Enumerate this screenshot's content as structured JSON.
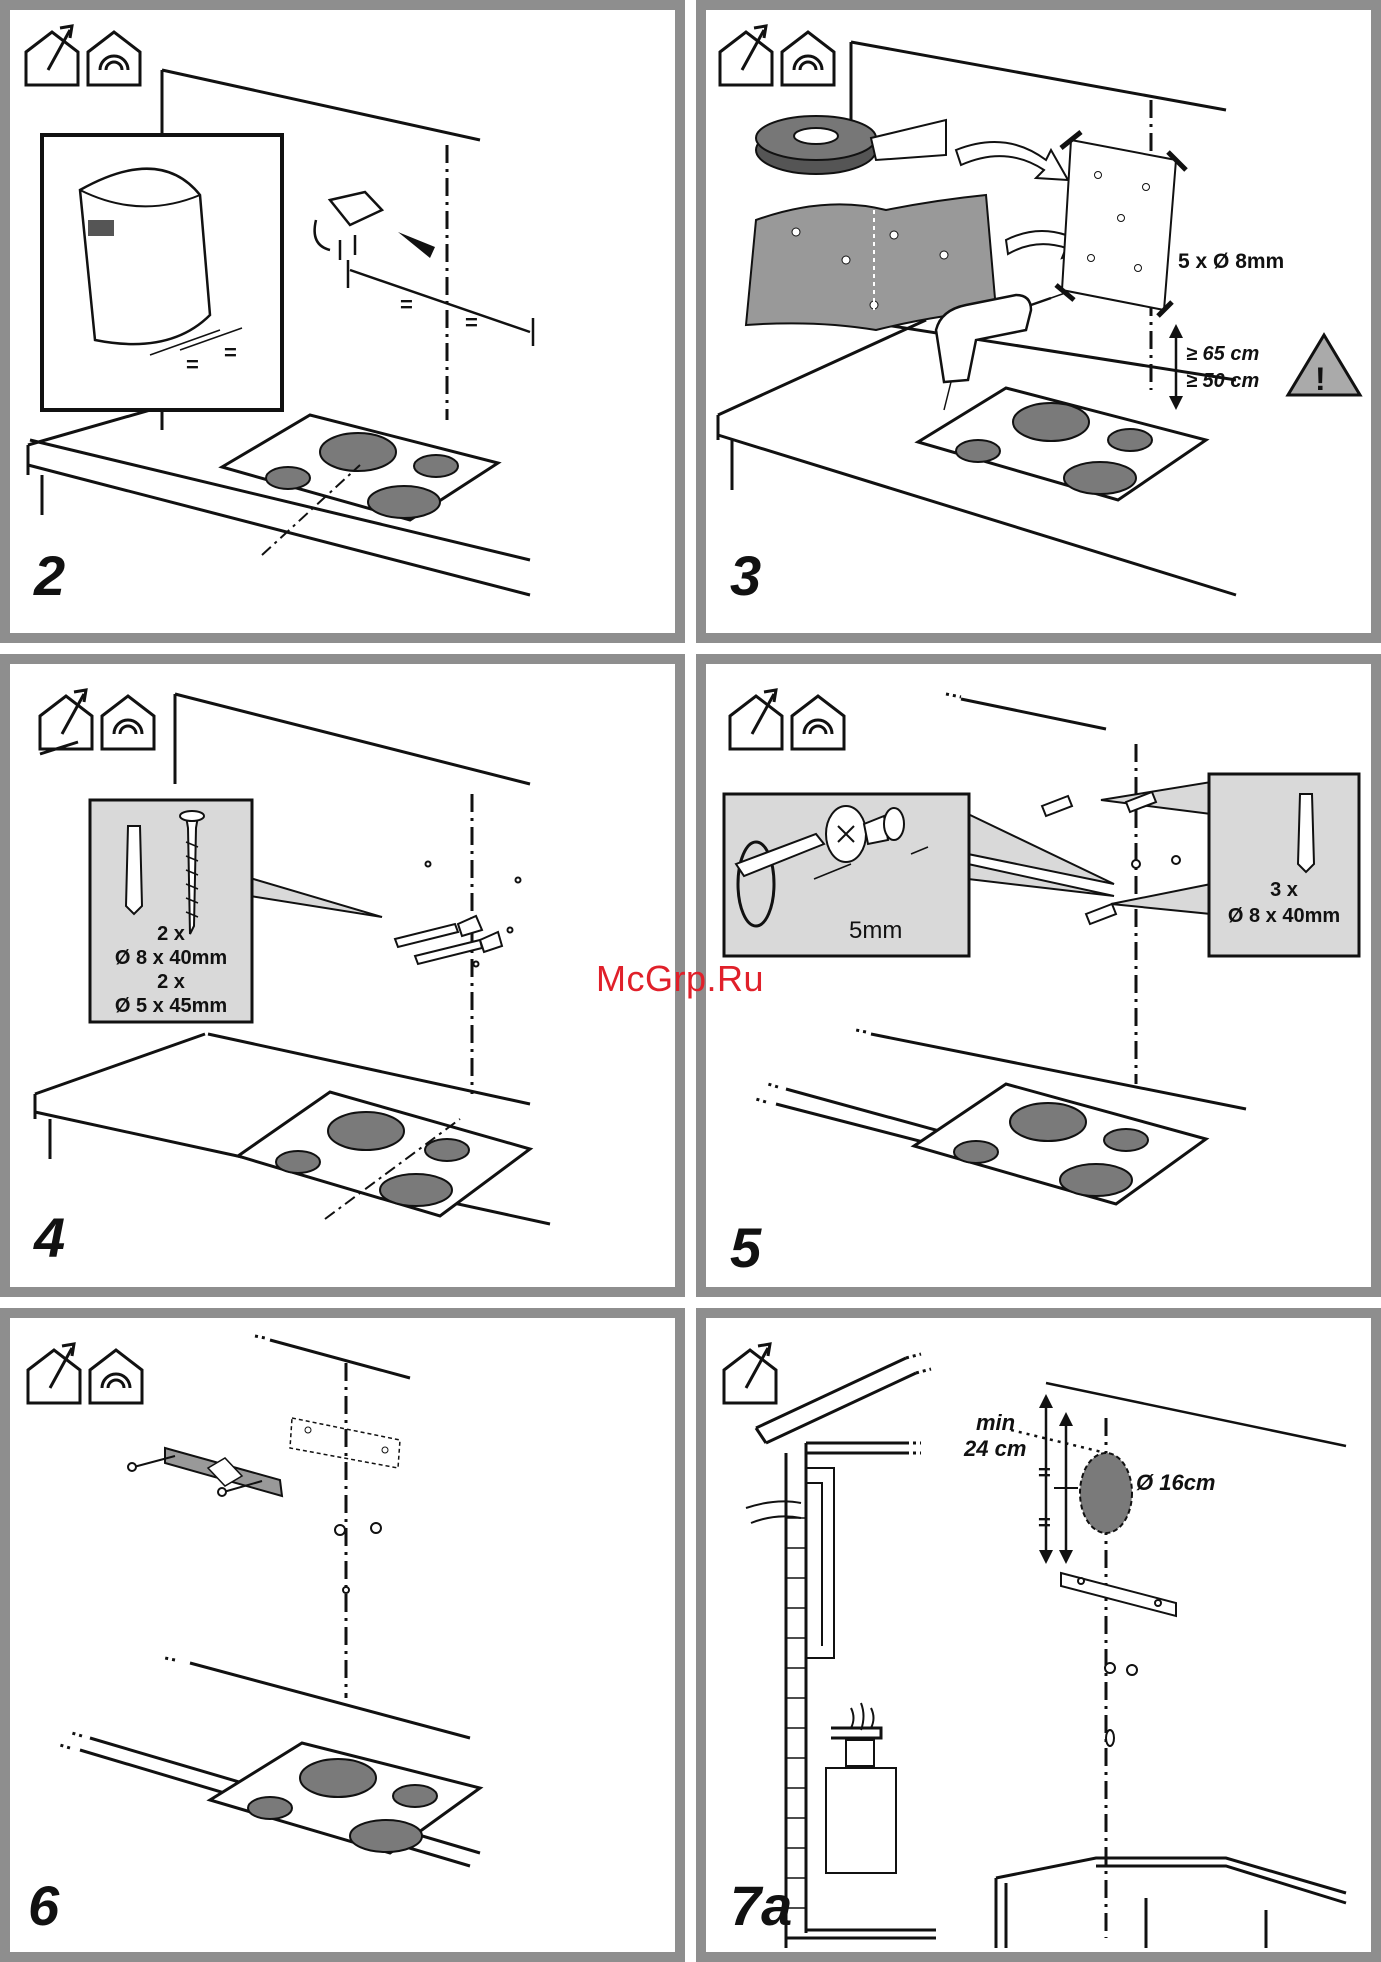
{
  "watermark": "McGrp.Ru",
  "panels": {
    "p2": {
      "step": "2",
      "eq1": "=",
      "eq2": "=",
      "eq3": "=",
      "eq4": "="
    },
    "p3": {
      "step": "3",
      "holes": "5 x Ø 8mm",
      "dist_gas": "≥ 65 cm",
      "dist_elec": "≥ 50 cm",
      "warning": "!"
    },
    "p4": {
      "step": "4",
      "qty1": "2 x",
      "size1": "Ø 8 x 40mm",
      "qty2": "2 x",
      "size2": "Ø 5 x 45mm"
    },
    "p5": {
      "step": "5",
      "gap": "5mm",
      "qty": "3 x",
      "size": "Ø 8 x 40mm"
    },
    "p6": {
      "step": "6"
    },
    "p7a": {
      "step": "7a",
      "min_label": "min",
      "min_value": "24 cm",
      "eq1": "=",
      "eq2": "=",
      "diameter": "Ø 16cm"
    }
  },
  "colors": {
    "border": "#8e8e8e",
    "hob": "#7a7a7a",
    "callout": "#d9d9d9",
    "watermark": "#e0202a"
  }
}
